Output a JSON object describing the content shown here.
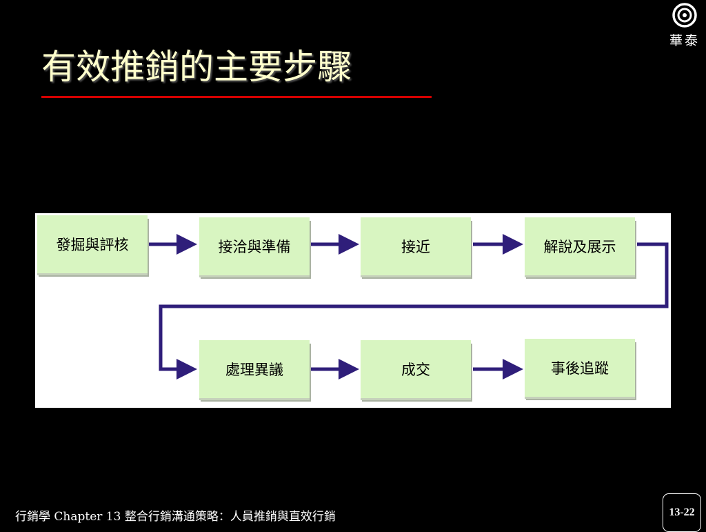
{
  "logo": {
    "icon": "concentric-circles-icon",
    "text": "華泰"
  },
  "title": "有效推銷的主要步驟",
  "flow": {
    "row1": [
      "發掘與評核",
      "接洽與準備",
      "接近",
      "解說及展示"
    ],
    "row2": [
      "處理異議",
      "成交",
      "事後追蹤"
    ]
  },
  "colors": {
    "accent_line": "#d40000",
    "box_fill": "#d8f5c1",
    "arrow": "#2f1e7a",
    "title": "#ffffcc"
  },
  "footer": {
    "text": "行銷學   Chapter  13  整合行銷溝通策略：人員推銷與直效行銷"
  },
  "page_number": "13-22"
}
